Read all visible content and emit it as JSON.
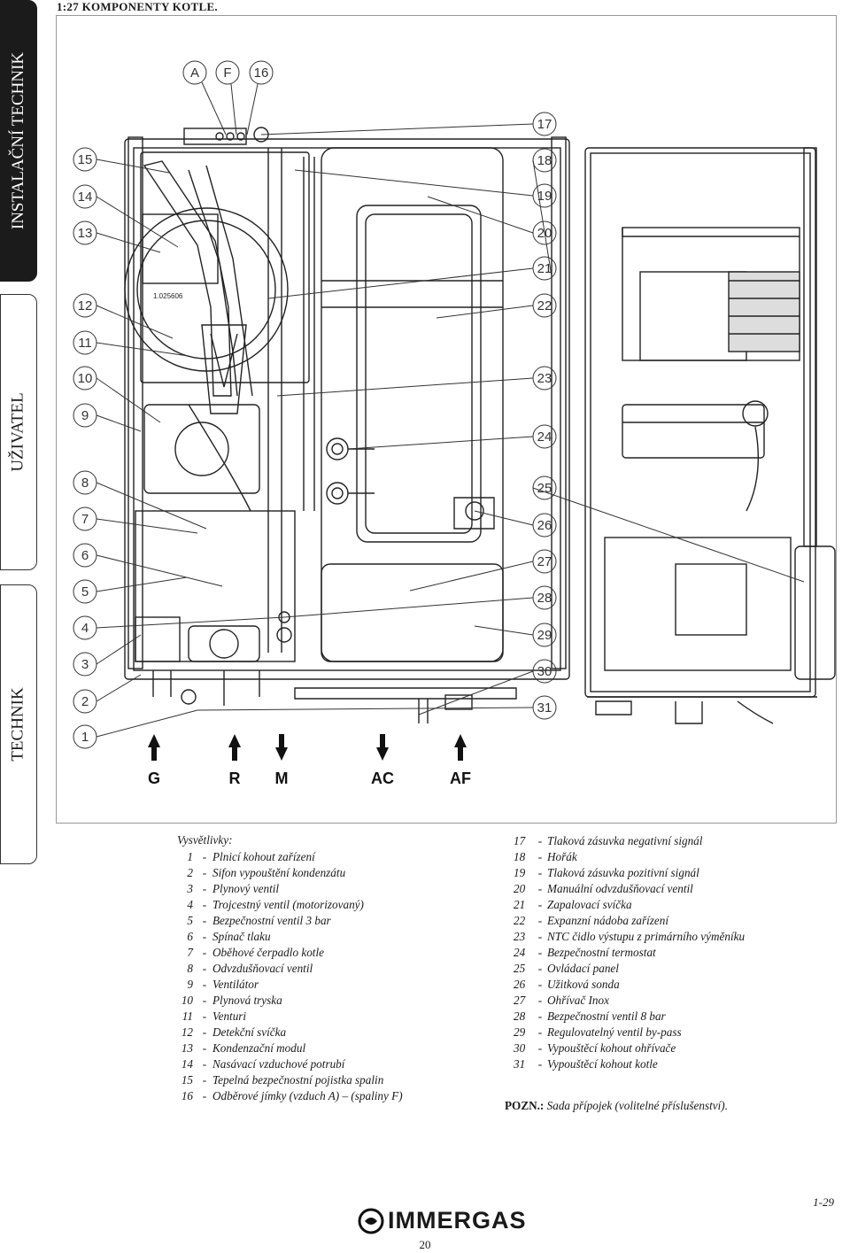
{
  "header": {
    "title": "1:27 KOMPONENTY KOTLE."
  },
  "side_tabs": [
    {
      "label": "INSTALAČNÍ TECHNIK",
      "active": true
    },
    {
      "label": "UŽIVATEL",
      "active": false
    },
    {
      "label": "TECHNIK",
      "active": false
    }
  ],
  "drawing": {
    "top_callouts": [
      "A",
      "F",
      "16"
    ],
    "left_callouts": [
      "15",
      "14",
      "13",
      "12",
      "11",
      "10",
      "9",
      "8",
      "7",
      "6",
      "5",
      "4",
      "3",
      "2",
      "1"
    ],
    "right_callouts": [
      "17",
      "18",
      "19",
      "20",
      "21",
      "22",
      "23",
      "24",
      "25",
      "26",
      "27",
      "28",
      "29",
      "30",
      "31"
    ],
    "connections": [
      {
        "label": "G",
        "direction": "up"
      },
      {
        "label": "R",
        "direction": "up"
      },
      {
        "label": "M",
        "direction": "down"
      },
      {
        "label": "AC",
        "direction": "down"
      },
      {
        "label": "AF",
        "direction": "up"
      }
    ],
    "plate_code": "1.025606"
  },
  "legend": {
    "heading": "Vysvětlivky:",
    "left_items": [
      {
        "num": "1",
        "text": "Plnicí kohout zařízení"
      },
      {
        "num": "2",
        "text": "Sifon vypouštění kondenzátu"
      },
      {
        "num": "3",
        "text": "Plynový ventil"
      },
      {
        "num": "4",
        "text": "Trojcestný ventil (motorizovaný)"
      },
      {
        "num": "5",
        "text": "Bezpečnostní ventil 3 bar"
      },
      {
        "num": "6",
        "text": "Spínač tlaku"
      },
      {
        "num": "7",
        "text": "Oběhové čerpadlo kotle"
      },
      {
        "num": "8",
        "text": "Odvzdušňovací ventil"
      },
      {
        "num": "9",
        "text": "Ventilátor"
      },
      {
        "num": "10",
        "text": "Plynová tryska"
      },
      {
        "num": "11",
        "text": "Venturi"
      },
      {
        "num": "12",
        "text": "Detekční svíčka"
      },
      {
        "num": "13",
        "text": "Kondenzační modul"
      },
      {
        "num": "14",
        "text": "Nasávací vzduchové potrubí"
      },
      {
        "num": "15",
        "text": "Tepelná bezpečnostní pojistka spalin"
      },
      {
        "num": "16",
        "text": "Odběrové jímky (vzduch A) – (spaliny F)"
      }
    ],
    "right_items": [
      {
        "num": "17",
        "text": "Tlaková zásuvka negativní signál"
      },
      {
        "num": "18",
        "text": "Hořák"
      },
      {
        "num": "19",
        "text": "Tlaková zásuvka pozitivní signál"
      },
      {
        "num": "20",
        "text": "Manuální odvzdušňovací ventil"
      },
      {
        "num": "21",
        "text": "Zapalovací svíčka"
      },
      {
        "num": "22",
        "text": "Expanzní nádoba zařízení"
      },
      {
        "num": "23",
        "text": "NTC čidlo výstupu z primárního výměníku"
      },
      {
        "num": "24",
        "text": "Bezpečnostní termostat"
      },
      {
        "num": "25",
        "text": "Ovládací panel"
      },
      {
        "num": "26",
        "text": "Užitková sonda"
      },
      {
        "num": "27",
        "text": "Ohřívač Inox"
      },
      {
        "num": "28",
        "text": "Bezpečnostní ventil 8 bar"
      },
      {
        "num": "29",
        "text": "Regulovatelný ventil by-pass"
      },
      {
        "num": "30",
        "text": "Vypouštěcí kohout ohřívače"
      },
      {
        "num": "31",
        "text": "Vypouštěcí kohout kotle"
      }
    ],
    "note_label": "POZN.:",
    "note_text": " Sada přípojek (volitelné příslušenství)."
  },
  "footer": {
    "figure_number": "1-29",
    "logo_text": "IMMERGAS",
    "page_number": "20"
  }
}
